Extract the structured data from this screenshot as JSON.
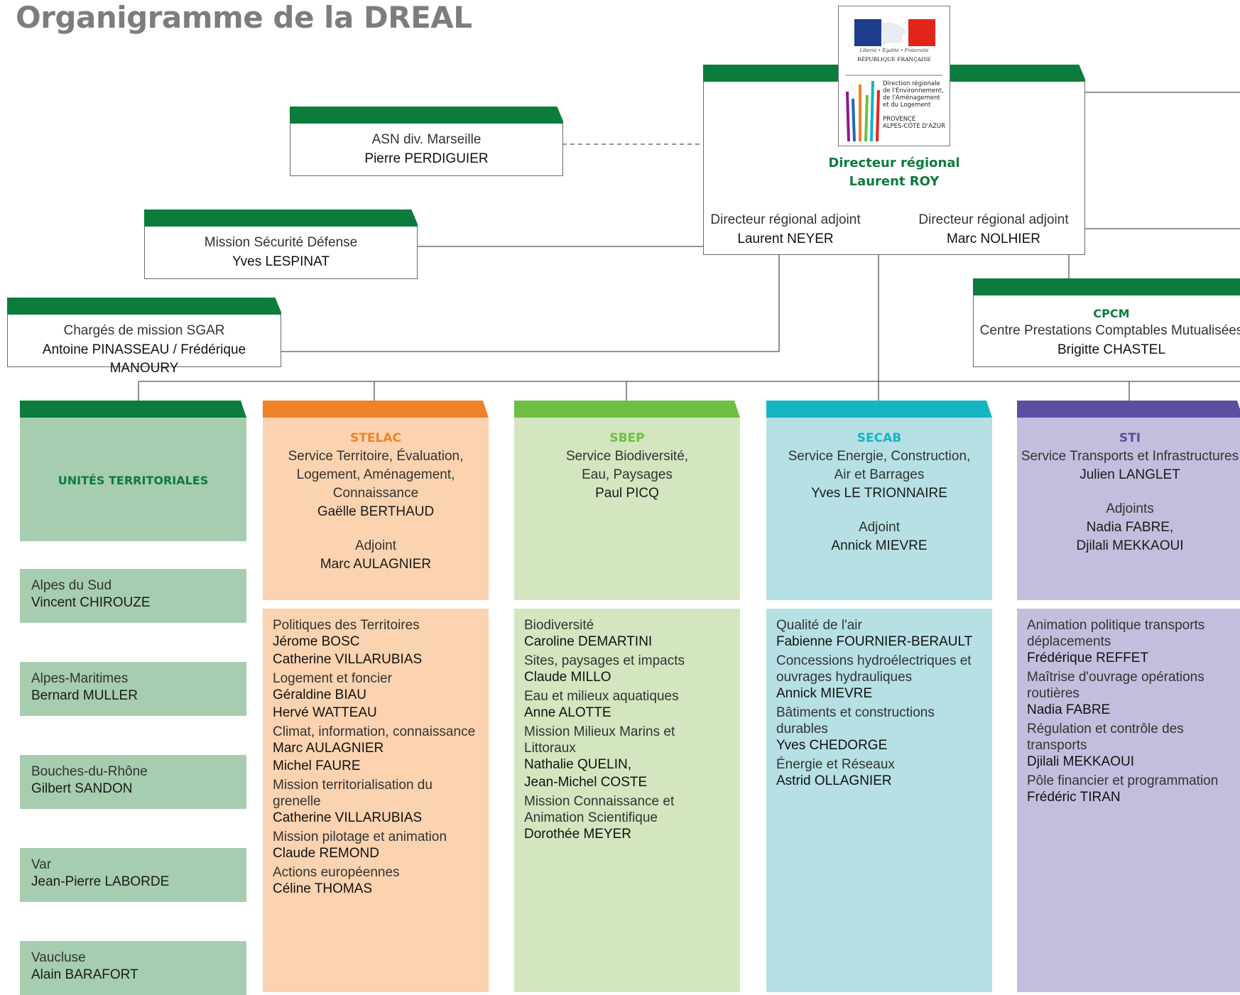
{
  "title": "Organigramme de la DREAL",
  "logo": {
    "marianne_motto": "Liberté • Égalité • Fraternité",
    "republic": "RÉPUBLIQUE FRANÇAISE",
    "dreal_lines": [
      "Direction régionale",
      "de l'Environnement,",
      "de l'Aménagement",
      "et du Logement"
    ],
    "region_lines": [
      "PROVENCE",
      "ALPES-CÔTE D'AZUR"
    ]
  },
  "director": {
    "title": "Directeur régional",
    "name": "Laurent ROY",
    "adjoint_left_label": "Directeur régional adjoint",
    "adjoint_left_name": "Laurent NEYER",
    "adjoint_right_label": "Directeur régional adjoint",
    "adjoint_right_name": "Marc NOLHIER"
  },
  "asn": {
    "label": "ASN div. Marseille",
    "name": "Pierre PERDIGUIER"
  },
  "msd": {
    "label": "Mission Sécurité Défense",
    "name": "Yves LESPINAT"
  },
  "sgar": {
    "label": "Chargés de mission SGAR",
    "name": "Antoine PINASSEAU / Frédérique MANOURY"
  },
  "cpcm": {
    "abbr": "CPCM",
    "label": "Centre Prestations Comptables Mutualisées",
    "name": "Brigitte CHASTEL"
  },
  "ut": {
    "title": "UNITÉS TERRITORIALES",
    "items": [
      {
        "label": "Alpes du Sud",
        "name": "Vincent CHIROUZE"
      },
      {
        "label": "Alpes-Maritimes",
        "name": "Bernard MULLER"
      },
      {
        "label": "Bouches-du-Rhône",
        "name": "Gilbert SANDON"
      },
      {
        "label": "Var",
        "name": "Jean-Pierre LABORDE"
      },
      {
        "label": "Vaucluse",
        "name": "Alain BARAFORT"
      }
    ]
  },
  "services": [
    {
      "abbr": "STELAC",
      "lines": [
        "Service Territoire, Évaluation,",
        "Logement, Aménagement,",
        "Connaissance"
      ],
      "head": "Gaëlle BERTHAUD",
      "adjoint_label": "Adjoint",
      "adjoint_names": [
        "Marc AULAGNIER"
      ],
      "items": [
        {
          "label": "Politiques des Territoires",
          "names": [
            "Jérome BOSC",
            "Catherine VILLARUBIAS"
          ]
        },
        {
          "label": "Logement et foncier",
          "names": [
            "Géraldine BIAU",
            "Hervé WATTEAU"
          ]
        },
        {
          "label": "Climat, information, connaissance",
          "names": [
            "Marc AULAGNIER",
            "Michel FAURE"
          ]
        },
        {
          "label": "Mission territorialisation du grenelle",
          "names": [
            "Catherine VILLARUBIAS"
          ]
        },
        {
          "label": "Mission pilotage et animation",
          "names": [
            "Claude REMOND"
          ]
        },
        {
          "label": "Actions européennes",
          "names": [
            "Céline THOMAS"
          ]
        }
      ]
    },
    {
      "abbr": "SBEP",
      "lines": [
        "Service Biodiversité,",
        "Eau, Paysages"
      ],
      "head": "Paul PICQ",
      "adjoint_label": "",
      "adjoint_names": [],
      "items": [
        {
          "label": "Biodiversité",
          "names": [
            "Caroline DEMARTINI"
          ]
        },
        {
          "label": "Sites, paysages et impacts",
          "names": [
            "Claude MILLO"
          ]
        },
        {
          "label": "Eau et milieux aquatiques",
          "names": [
            "Anne ALOTTE"
          ]
        },
        {
          "label": "Mission Milieux Marins et Littoraux",
          "names": [
            "Nathalie QUELIN,",
            "Jean-Michel COSTE"
          ]
        },
        {
          "label": "Mission Connaissance et Animation Scientifique",
          "names": [
            "Dorothée MEYER"
          ]
        }
      ]
    },
    {
      "abbr": "SECAB",
      "lines": [
        "Service Energie, Construction,",
        "Air et Barrages"
      ],
      "head": "Yves LE TRIONNAIRE",
      "adjoint_label": "Adjoint",
      "adjoint_names": [
        "Annick MIEVRE"
      ],
      "items": [
        {
          "label": "Qualité de l'air",
          "names": [
            "Fabienne FOURNIER-BERAULT"
          ]
        },
        {
          "label": "Concessions hydroélectriques et ouvrages hydrauliques",
          "names": [
            "Annick MIEVRE"
          ]
        },
        {
          "label": "Bâtiments et constructions durables",
          "names": [
            "Yves CHEDORGE"
          ]
        },
        {
          "label": "Énergie et Réseaux",
          "names": [
            "Astrid OLLAGNIER"
          ]
        }
      ]
    },
    {
      "abbr": "STI",
      "lines": [
        "Service Transports et Infrastructures"
      ],
      "head": "Julien LANGLET",
      "adjoint_label": "Adjoints",
      "adjoint_names": [
        "Nadia FABRE,",
        "Djilali MEKKAOUI"
      ],
      "items": [
        {
          "label": "Animation politique transports déplacements",
          "names": [
            "Frédérique REFFET"
          ]
        },
        {
          "label": "Maîtrise d'ouvrage opérations routières",
          "names": [
            "Nadia FABRE"
          ]
        },
        {
          "label": "Régulation et contrôle des transports",
          "names": [
            "Djilali MEKKAOUI"
          ]
        },
        {
          "label": "Pôle financier et programmation",
          "names": [
            "Frédéric TIRAN"
          ]
        }
      ]
    }
  ],
  "colors": {
    "green_tab": "#0b7c3b",
    "ut_fill": "#a6cdb0",
    "stelac_tab": "#f08228",
    "stelac_fill": "#fbd3b0",
    "sbep_tab": "#6fbe44",
    "sbep_fill": "#d3e6bf",
    "secab_tab": "#14b4c3",
    "secab_fill": "#b6e0e4",
    "sti_tab": "#5b4ea1",
    "sti_fill": "#c3bedd"
  }
}
